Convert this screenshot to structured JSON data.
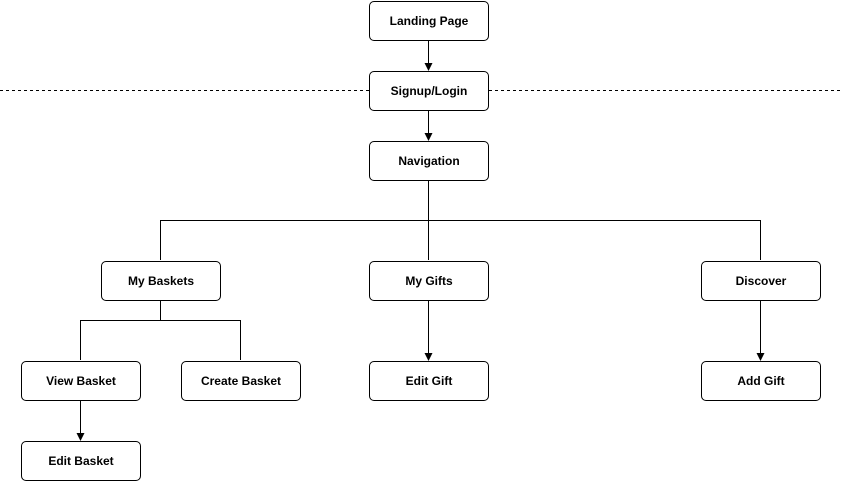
{
  "diagram": {
    "nodes": {
      "landing": "Landing Page",
      "signup": "Signup/Login",
      "navigation": "Navigation",
      "my_baskets": "My Baskets",
      "my_gifts": "My Gifts",
      "discover": "Discover",
      "view_basket": "View Basket",
      "create_basket": "Create Basket",
      "edit_gift": "Edit Gift",
      "add_gift": "Add Gift",
      "edit_basket": "Edit Basket"
    },
    "edges": [
      [
        "landing",
        "signup"
      ],
      [
        "signup",
        "navigation"
      ],
      [
        "navigation",
        "my_baskets"
      ],
      [
        "navigation",
        "my_gifts"
      ],
      [
        "navigation",
        "discover"
      ],
      [
        "my_baskets",
        "view_basket"
      ],
      [
        "my_baskets",
        "create_basket"
      ],
      [
        "my_gifts",
        "edit_gift"
      ],
      [
        "discover",
        "add_gift"
      ],
      [
        "view_basket",
        "edit_basket"
      ]
    ]
  }
}
